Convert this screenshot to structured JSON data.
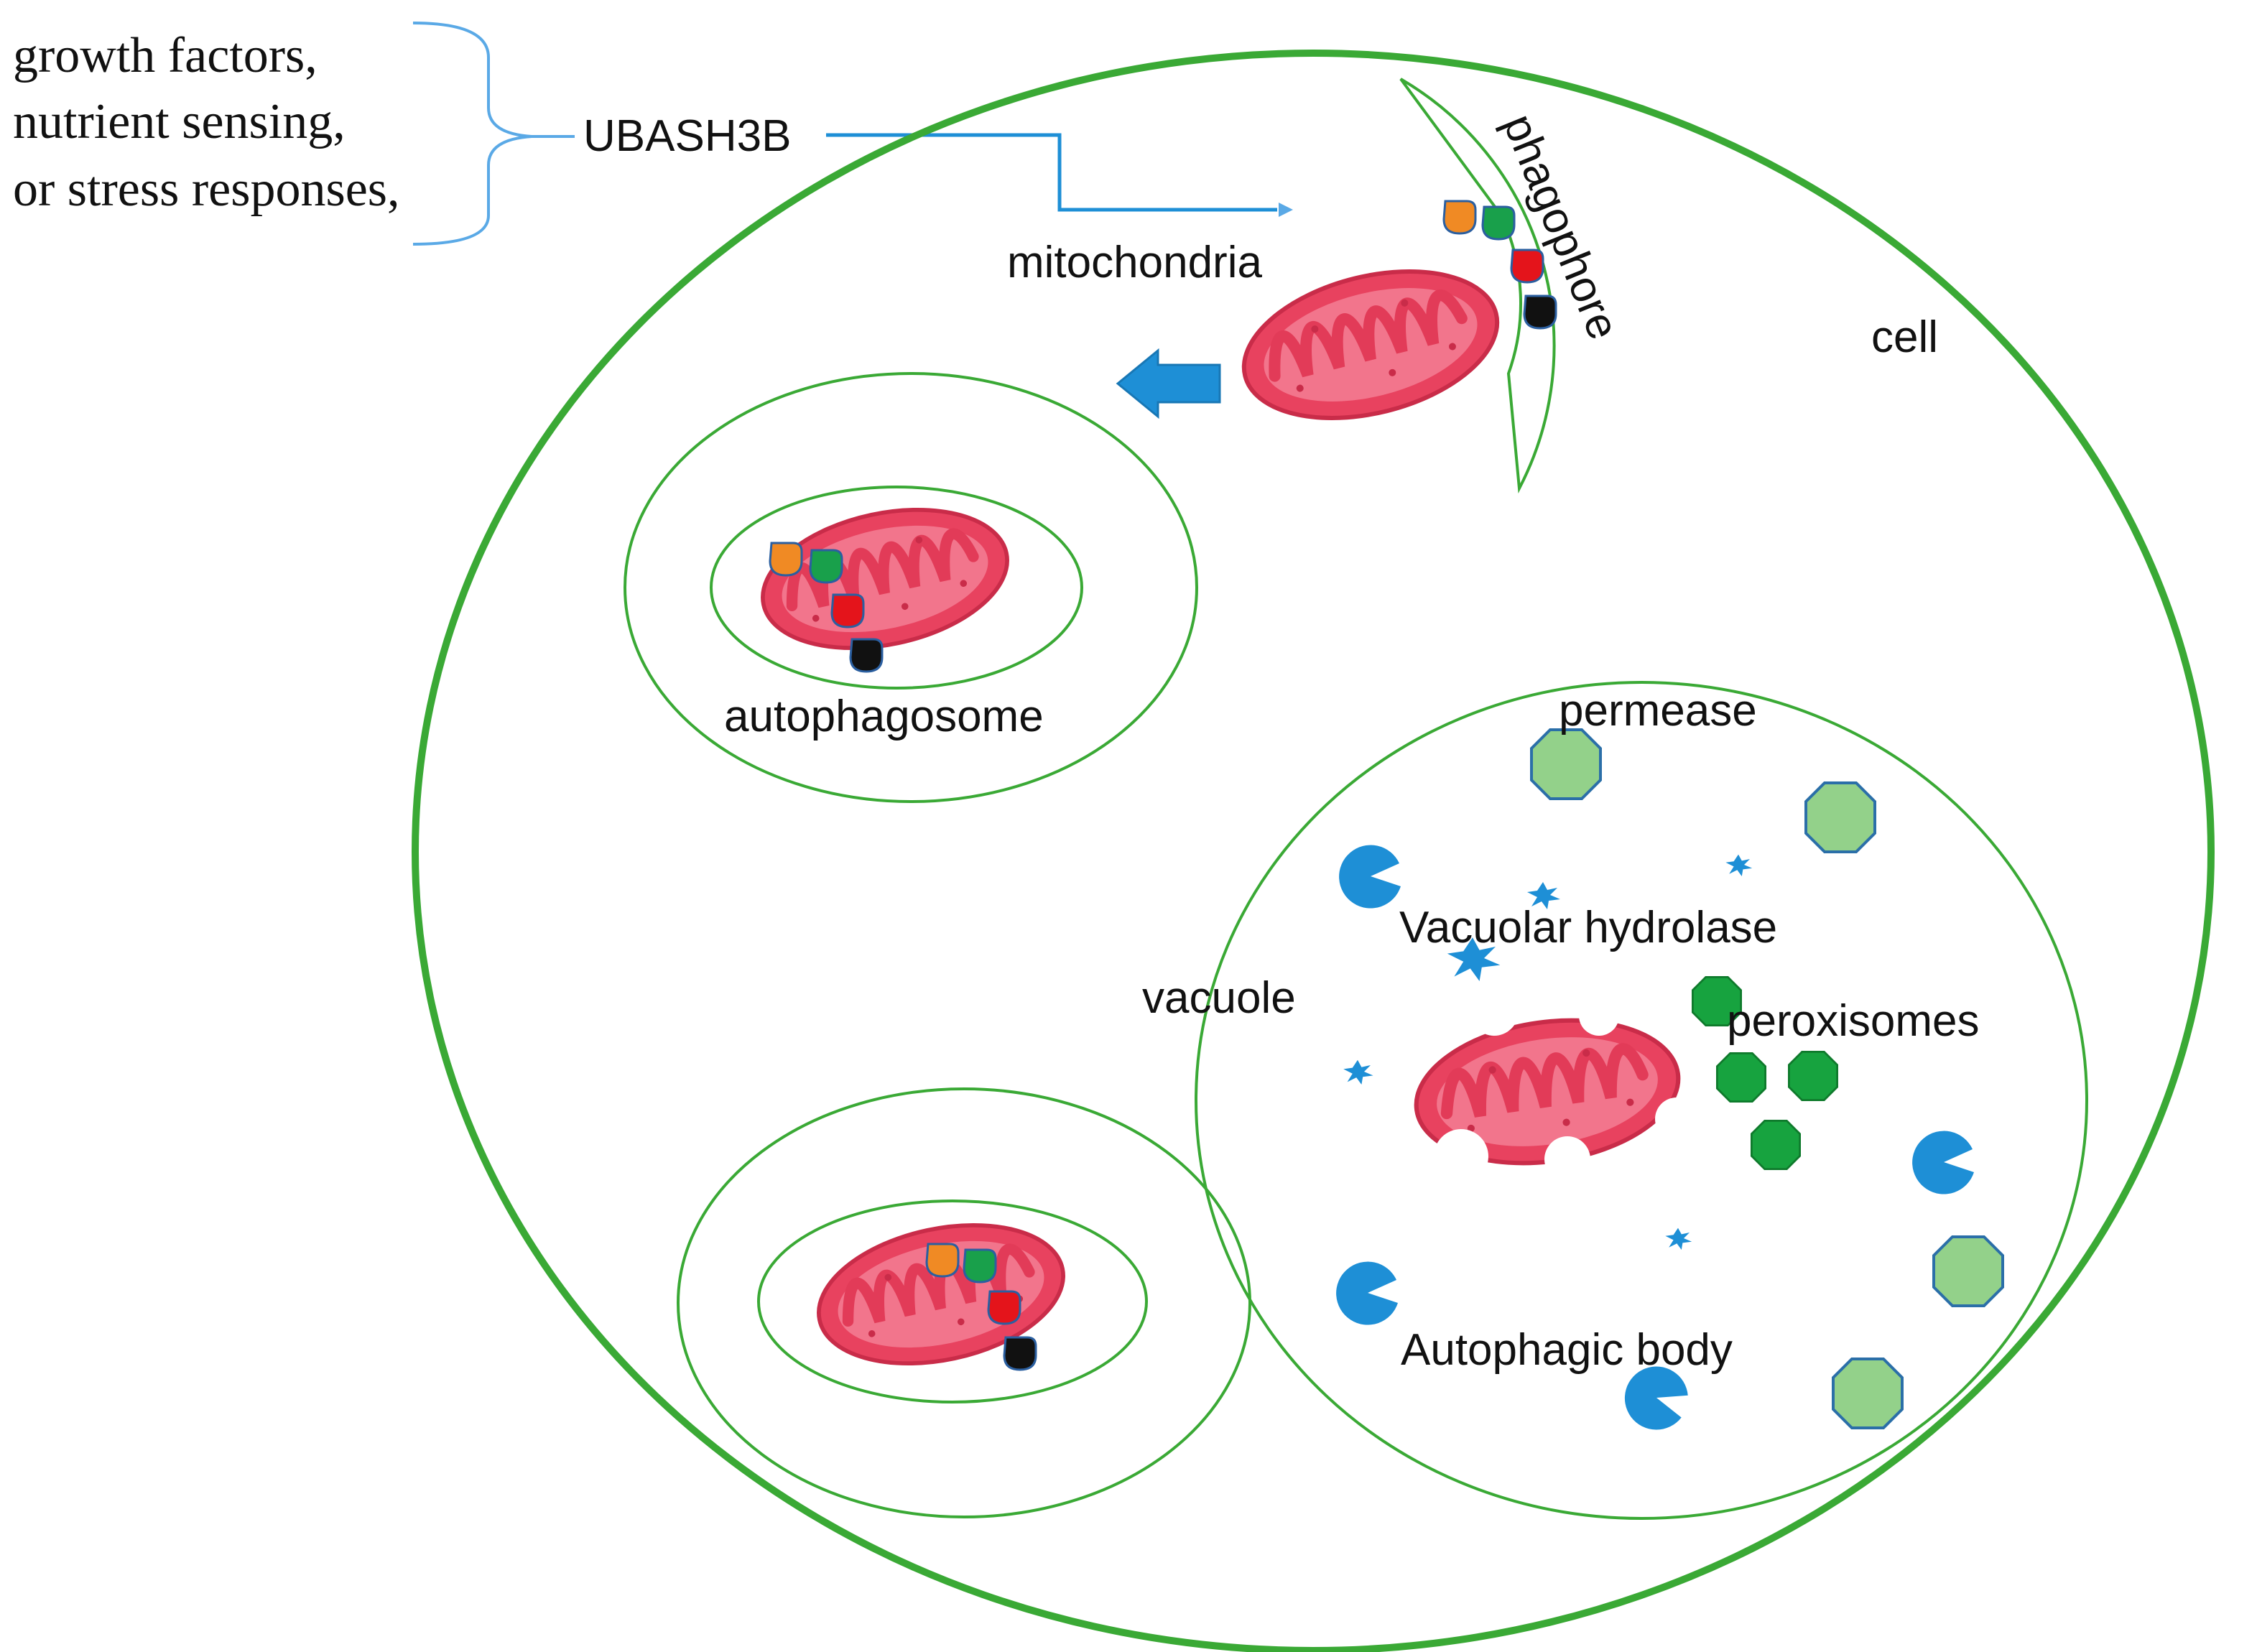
{
  "labels": {
    "trigger_line1": "growth factors,",
    "trigger_line2": "nutrient sensing,",
    "trigger_line3": "or stress responses,",
    "regulator": "UBASH3B",
    "mitochondria": "mitochondria",
    "phagophore": "phagophore",
    "cell": "cell",
    "autophagosome": "autophagosome",
    "permease": "permease",
    "vacuolar_hydrolase": "Vacuolar hydrolase",
    "vacuole": "vacuole",
    "peroxisomes": "peroxisomes",
    "autophagic_body": "Autophagic body"
  },
  "colors": {
    "membrane": "#3aa935",
    "arrow": "#1e8fd6",
    "brace": "#5aa9e6",
    "mito_outer": "#e8425f",
    "mito_inner": "#f2758c",
    "mito_cristae": "#e23b58",
    "tag_orange": "#f08a24",
    "tag_green": "#19a04b",
    "tag_red": "#e4141b",
    "tag_black": "#111111",
    "permease": "#93d18a",
    "peroxisome": "#17a33f",
    "hydrolase": "#1e8fd6"
  }
}
